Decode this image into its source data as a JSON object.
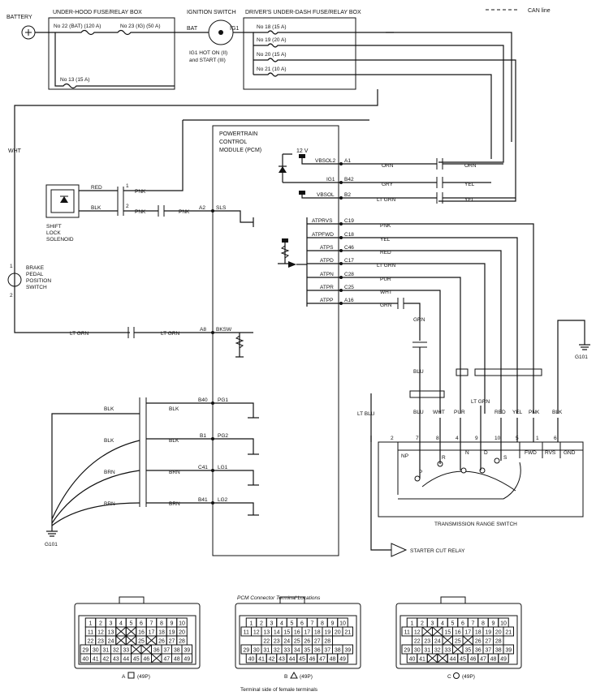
{
  "labels": {
    "battery": "BATTERY",
    "uhfrb": "UNDER-HOOD FUSE/RELAY BOX",
    "ign": "IGNITION SWITCH",
    "dufrb": "DRIVER'S UNDER-DASH FUSE/RELAY BOX",
    "can": "CAN line",
    "f22": "No 22 (BAT) (120 A)",
    "f23": "No 23 (IG) (50 A)",
    "f13": "No 13 (15 A)",
    "f18": "No 18 (15 A)",
    "f19": "No 19 (20 A)",
    "f20": "No 20 (15 A)",
    "f21": "No 21 (10 A)",
    "bat": "BAT",
    "ig1": "IG1",
    "ign_note1": "IG1 HOT ON (II)",
    "ign_note2": "and START (III)",
    "pcm1": "POWERTRAIN",
    "pcm2": "CONTROL",
    "pcm3": "MODULE (PCM)",
    "v12": "12 V",
    "wht": "WHT",
    "shift1": "SHIFT",
    "shift2": "LOCK",
    "shift3": "SOLENOID",
    "bpps1": "BRAKE",
    "bpps2": "PEDAL",
    "bpps3": "POSITION",
    "bpps4": "SWITCH",
    "trs": "TRANSMISSION RANGE SWITCH",
    "scr": "STARTER CUT RELAY",
    "g101": "G101",
    "conn_title": "PCM Connector Terminal Locations",
    "conn_foot": "Terminal side of female terminals",
    "connA": "A",
    "connB": "B",
    "connC": "C",
    "conn_pins": "(49P)"
  },
  "pcm_terms": [
    {
      "sig": "VBSOL2",
      "pin": "A1"
    },
    {
      "sig": "IG1",
      "pin": "B42"
    },
    {
      "sig": "VBSOL",
      "pin": "B2"
    },
    {
      "sig": "SLS",
      "pin": "A2"
    },
    {
      "sig": "ATPRVS",
      "pin": "C19"
    },
    {
      "sig": "ATPFWD",
      "pin": "C18"
    },
    {
      "sig": "ATPS",
      "pin": "C46"
    },
    {
      "sig": "ATPD",
      "pin": "C17"
    },
    {
      "sig": "ATPN",
      "pin": "C28"
    },
    {
      "sig": "ATPR",
      "pin": "C25"
    },
    {
      "sig": "ATPP",
      "pin": "A16"
    },
    {
      "sig": "BKSW",
      "pin": "A8"
    },
    {
      "sig": "PG1",
      "pin": "B40"
    },
    {
      "sig": "PG2",
      "pin": "B1"
    },
    {
      "sig": "LG1",
      "pin": "C41"
    },
    {
      "sig": "LG2",
      "pin": "B41"
    }
  ],
  "wire_colors": {
    "orn": "ORN",
    "gry": "GRY",
    "yel": "YEL",
    "ltgrn": "LT GRN",
    "pnk": "PNK",
    "red": "RED",
    "pur": "PUR",
    "wht": "WHT",
    "grn": "GRN",
    "blu": "BLU",
    "blk": "BLK",
    "brn": "BRN",
    "ltblu": "LT BLU"
  },
  "shift_pins": [
    "1",
    "2"
  ],
  "bpps_pins": [
    "1",
    "2"
  ],
  "trs_cols": [
    {
      "color": "LT BLU",
      "pin": "2",
      "label": "NP"
    },
    {
      "color": "BLU",
      "pin": "7",
      "label": ""
    },
    {
      "color": "WHT",
      "pin": "8",
      "label": ""
    },
    {
      "color": "PUR",
      "pin": "4",
      "label": ""
    },
    {
      "color": "LT GRN",
      "pin": "9",
      "label": ""
    },
    {
      "color": "RED",
      "pin": "10",
      "label": ""
    },
    {
      "color": "YEL",
      "pin": "5",
      "label": "FWD"
    },
    {
      "color": "PNK",
      "pin": "1",
      "label": "RVS"
    },
    {
      "color": "BLK",
      "pin": "6",
      "label": "GND"
    }
  ],
  "trs_positions": [
    "P",
    "R",
    "N",
    "D",
    "S"
  ],
  "connector_rows": {
    "A": [
      [
        "1",
        "2",
        "3",
        "4",
        "5",
        "6",
        "7",
        "8",
        "9",
        "10"
      ],
      [
        "11",
        "12",
        "13",
        "",
        "",
        "16",
        "17",
        "18",
        "19",
        "20"
      ],
      [
        "22",
        "23",
        "24",
        "",
        "",
        "25",
        "",
        "26",
        "27",
        "28"
      ],
      [
        "29",
        "30",
        "31",
        "32",
        "33",
        "",
        "",
        "36",
        "37",
        "38",
        "39"
      ],
      [
        "40",
        "41",
        "42",
        "43",
        "44",
        "45",
        "46",
        "",
        "47",
        "48",
        "49"
      ]
    ],
    "B": [
      [
        "1",
        "2",
        "3",
        "4",
        "5",
        "6",
        "7",
        "8",
        "9",
        "10"
      ],
      [
        "11",
        "12",
        "13",
        "14",
        "15",
        "16",
        "17",
        "18",
        "19",
        "20",
        "21"
      ],
      [
        "22",
        "23",
        "24",
        "25",
        "26",
        "27",
        "28"
      ],
      [
        "29",
        "30",
        "31",
        "32",
        "33",
        "34",
        "35",
        "36",
        "37",
        "38",
        "39"
      ],
      [
        "40",
        "41",
        "42",
        "43",
        "44",
        "45",
        "46",
        "47",
        "48",
        "49"
      ]
    ],
    "C": [
      [
        "1",
        "2",
        "3",
        "4",
        "5",
        "6",
        "7",
        "8",
        "9",
        "10"
      ],
      [
        "11",
        "12",
        "",
        "",
        "15",
        "16",
        "17",
        "18",
        "19",
        "20",
        "21"
      ],
      [
        "22",
        "23",
        "24",
        "",
        "25",
        "",
        "26",
        "27",
        "28"
      ],
      [
        "29",
        "30",
        "31",
        "32",
        "33",
        "",
        "35",
        "36",
        "37",
        "38",
        "39"
      ],
      [
        "40",
        "41",
        "",
        "",
        "44",
        "45",
        "46",
        "47",
        "48",
        "49"
      ]
    ]
  }
}
